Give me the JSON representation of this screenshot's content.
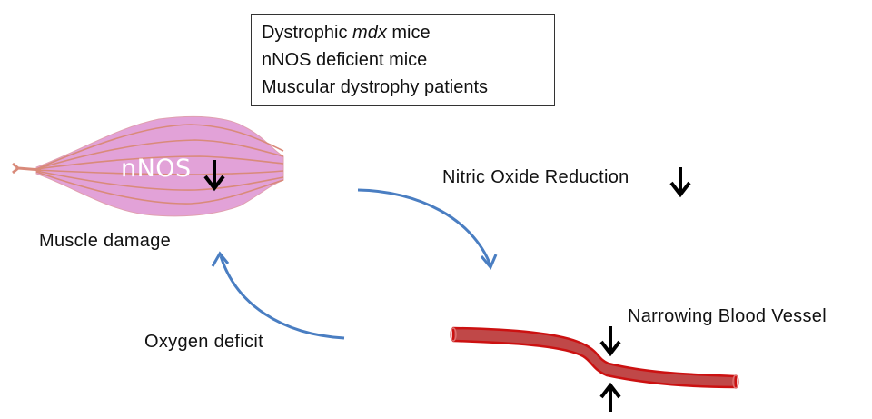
{
  "conditions_box": {
    "lines": [
      {
        "prefix": "Dystrophic ",
        "italic": "mdx",
        "suffix": " mice"
      },
      {
        "text": "nNOS deficient mice"
      },
      {
        "text": "Muscular dystrophy patients"
      }
    ]
  },
  "muscle": {
    "label": "nNOS",
    "trend": "down",
    "caption": "Muscle damage"
  },
  "nitric_oxide": {
    "label": "Nitric Oxide Reduction",
    "trend": "down"
  },
  "vessel": {
    "label": "Narrowing Blood Vessel"
  },
  "oxygen": {
    "label": "Oxygen deficit"
  },
  "colors": {
    "muscle_fill": "#e2a2d8",
    "muscle_fiber": "#d98a7a",
    "cycle_arrow": "#4a7ec2",
    "vessel_fill": "#c04848",
    "vessel_outline": "#cc1111",
    "text": "#111111"
  }
}
